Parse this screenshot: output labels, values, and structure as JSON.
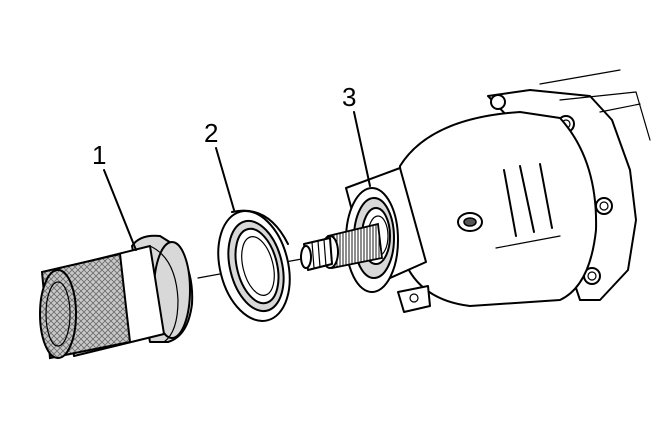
{
  "callouts": [
    {
      "id": "1",
      "label": "1"
    },
    {
      "id": "2",
      "label": "2"
    },
    {
      "id": "3",
      "label": "3"
    }
  ],
  "colors": {
    "line": "#000000",
    "background": "#ffffff",
    "shade": "#d8d8d8",
    "dark_shade": "#555555"
  }
}
